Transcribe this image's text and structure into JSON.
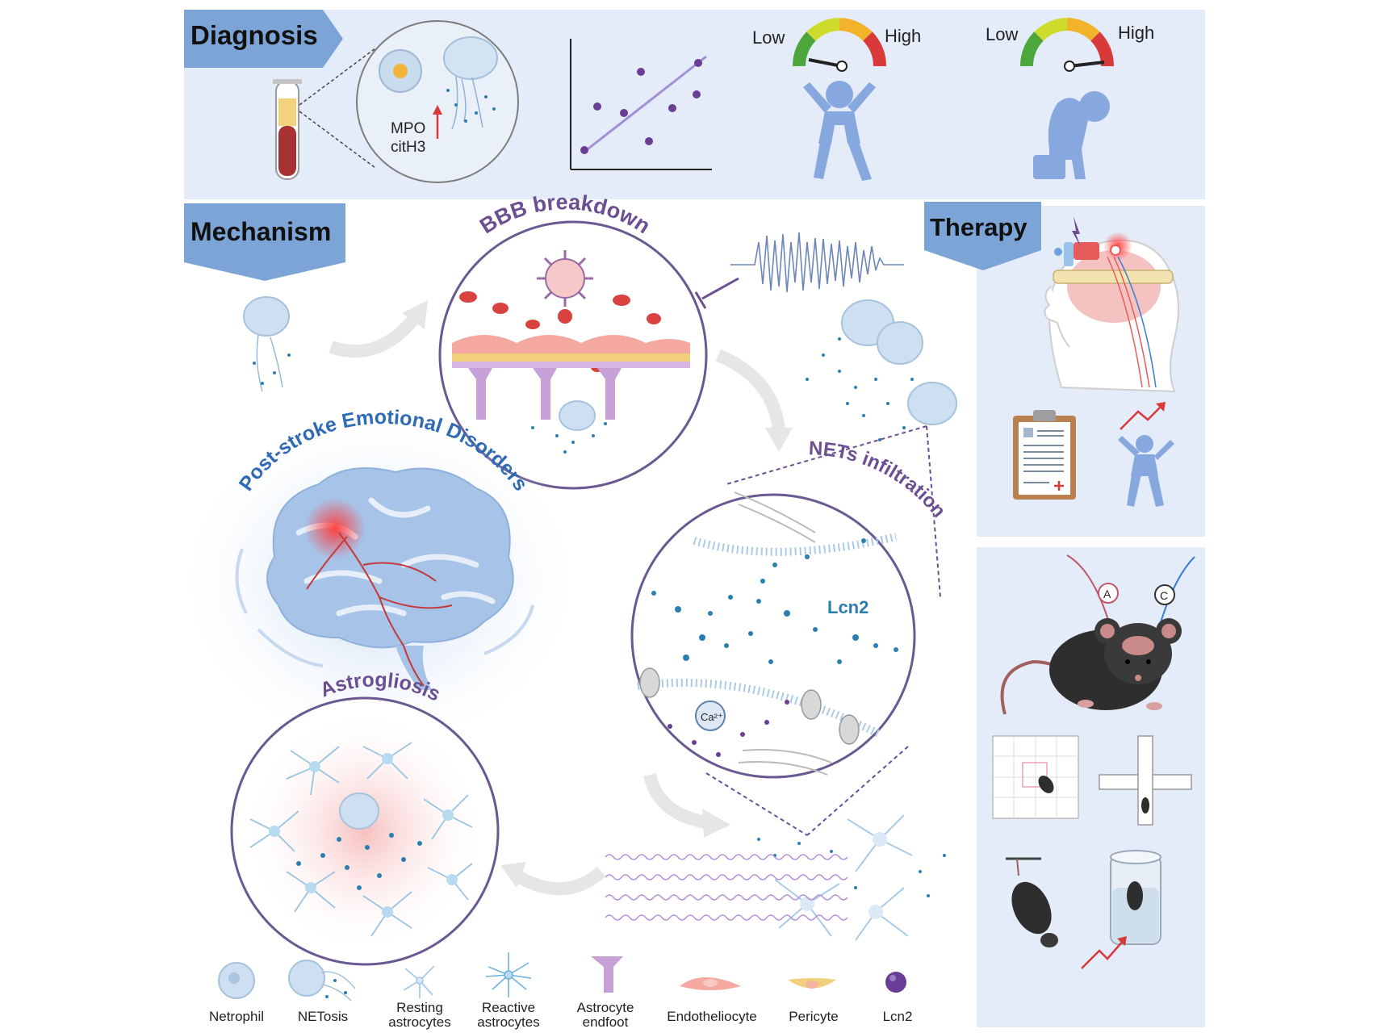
{
  "sections": {
    "diagnosis": "Diagnosis",
    "mechanism": "Mechanism",
    "therapy": "Therapy"
  },
  "diagnosis": {
    "markers": [
      "MPO",
      "citH3"
    ],
    "gauge_left": {
      "low": "Low",
      "high": "High"
    },
    "gauge_right": {
      "low": "Low",
      "high": "High"
    }
  },
  "mechanism": {
    "center_title": "Post-stroke Emotional Disorders",
    "bbb": "BBB breakdown",
    "nets": "NETs infiltration",
    "astro": "Astrogliosis",
    "lcn2": "Lcn2",
    "calcium": "Ca²⁺"
  },
  "therapy": {
    "electrodes": [
      "A",
      "C"
    ]
  },
  "legend": [
    {
      "label": "Netrophil",
      "icon": "neutrophil-icon"
    },
    {
      "label": "NETosis",
      "icon": "netosis-icon"
    },
    {
      "label": "Resting\nastrocytes",
      "icon": "resting-astrocyte-icon"
    },
    {
      "label": "Reactive\nastrocytes",
      "icon": "reactive-astrocyte-icon"
    },
    {
      "label": "Astrocyte\nendfoot",
      "icon": "endfoot-icon"
    },
    {
      "label": "Endotheliocyte",
      "icon": "endothelial-cell-icon"
    },
    {
      "label": "Pericyte",
      "icon": "pericyte-icon"
    },
    {
      "label": "Lcn2",
      "icon": "lcn2-dot-icon"
    }
  ],
  "colors": {
    "panel": "#e3ecf8",
    "banner": "#7da4d6",
    "figure": "#86a8df",
    "purple": "#6b4f91",
    "lcn2_blue": "#2a7fb0",
    "ring": "#6a5990"
  }
}
